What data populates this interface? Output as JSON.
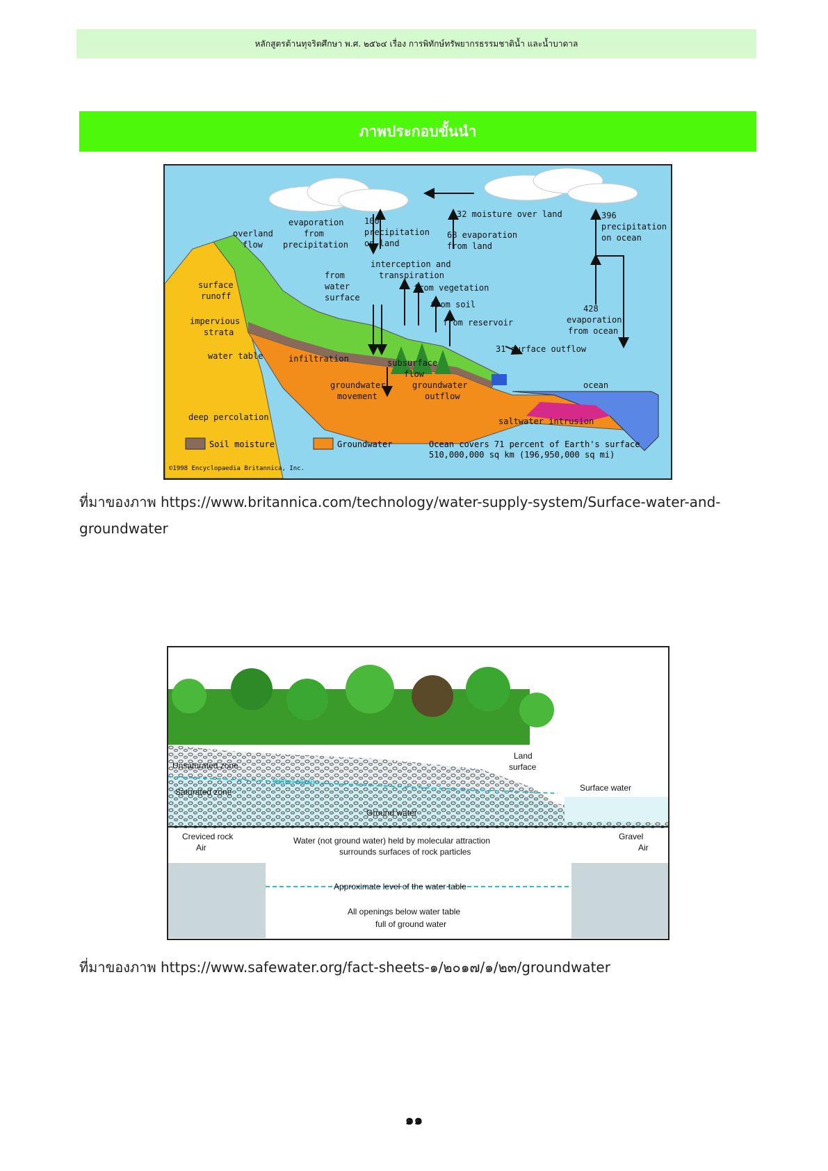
{
  "header": {
    "text": "หลักสูตรต้านทุจริตศึกษา พ.ศ. ๒๕๖๔ เรื่อง การพิทักษ์ทรัพยากรธรรมชาติน้ำ และน้ำบาดาล"
  },
  "section_title": "ภาพประกอบขั้นนำ",
  "figure1": {
    "labels": {
      "overland_flow": [
        "overland",
        "flow"
      ],
      "evap_from_precip": [
        "evaporation",
        "from",
        "precipitation"
      ],
      "precip_on_land": [
        "100",
        "precipitation",
        "on land"
      ],
      "moisture_over_land": "32 moisture over land",
      "evap_from_land": [
        "68 evaporation",
        "from land"
      ],
      "precip_on_ocean": [
        "396",
        "precipitation",
        "on ocean"
      ],
      "interception": [
        "interception and",
        "transpiration"
      ],
      "from_water_surface": [
        "from",
        "water",
        "surface"
      ],
      "from_vegetation": "from vegetation",
      "from_soil": "from soil",
      "from_reservoir": "from reservoir",
      "evap_from_ocean": [
        "428",
        "evaporation",
        "from ocean"
      ],
      "surface_runoff": [
        "surface",
        "runoff"
      ],
      "impervious_strata": [
        "impervious",
        "strata"
      ],
      "water_table": "water table",
      "infiltration": "infiltration",
      "subsurface_flow": [
        "subsurface",
        "flow"
      ],
      "surface_outflow": "31 surface outflow",
      "ocean": "ocean",
      "groundwater_movement": [
        "groundwater",
        "movement"
      ],
      "groundwater_outflow": [
        "groundwater",
        "outflow"
      ],
      "deep_percolation": "deep percolation",
      "saltwater_intrusion": "saltwater intrusion",
      "legend_soil": "Soil moisture",
      "legend_groundwater": "Groundwater",
      "ocean_covers": "Ocean covers 71 percent of Earth's surface",
      "ocean_area": "510,000,000 sq km (196,950,000 sq mi)",
      "copyright": "©1998 Encyclopaedia Britannica, Inc."
    },
    "colors": {
      "sky": "#8fd6ee",
      "mountain": "#f7c21a",
      "groundwater": "#f28c1a",
      "soil": "#8a6a5a",
      "ocean": "#5a86e6",
      "salt": "#d62a8a",
      "grass": "#6ccf3c"
    }
  },
  "caption1": "ที่มาของภาพ https://www.britannica.com/technology/water-supply-system/Surface-water-and-groundwater",
  "figure2": {
    "labels": {
      "unsaturated_zone": "Unsaturated zone",
      "water_table": "Water table",
      "saturated_zone": "Saturated zone",
      "ground_water": "Ground water",
      "land_surface": [
        "Land",
        "surface"
      ],
      "surface_water": "Surface water",
      "creviced_rock": "Creviced rock",
      "air_left": "Air",
      "gravel": "Gravel",
      "air_right": "Air",
      "molecular_1": "Water (not ground water) held by molecular attraction",
      "molecular_2": "surrounds surfaces of rock particles",
      "approx_level": "Approximate level of the water table",
      "openings_1": "All openings below water table",
      "openings_2": "full of ground water"
    }
  },
  "caption2": "ที่มาของภาพ https://www.safewater.org/fact-sheets-๑/๒๐๑๗/๑/๒๓/groundwater",
  "page_number": "๑๑"
}
